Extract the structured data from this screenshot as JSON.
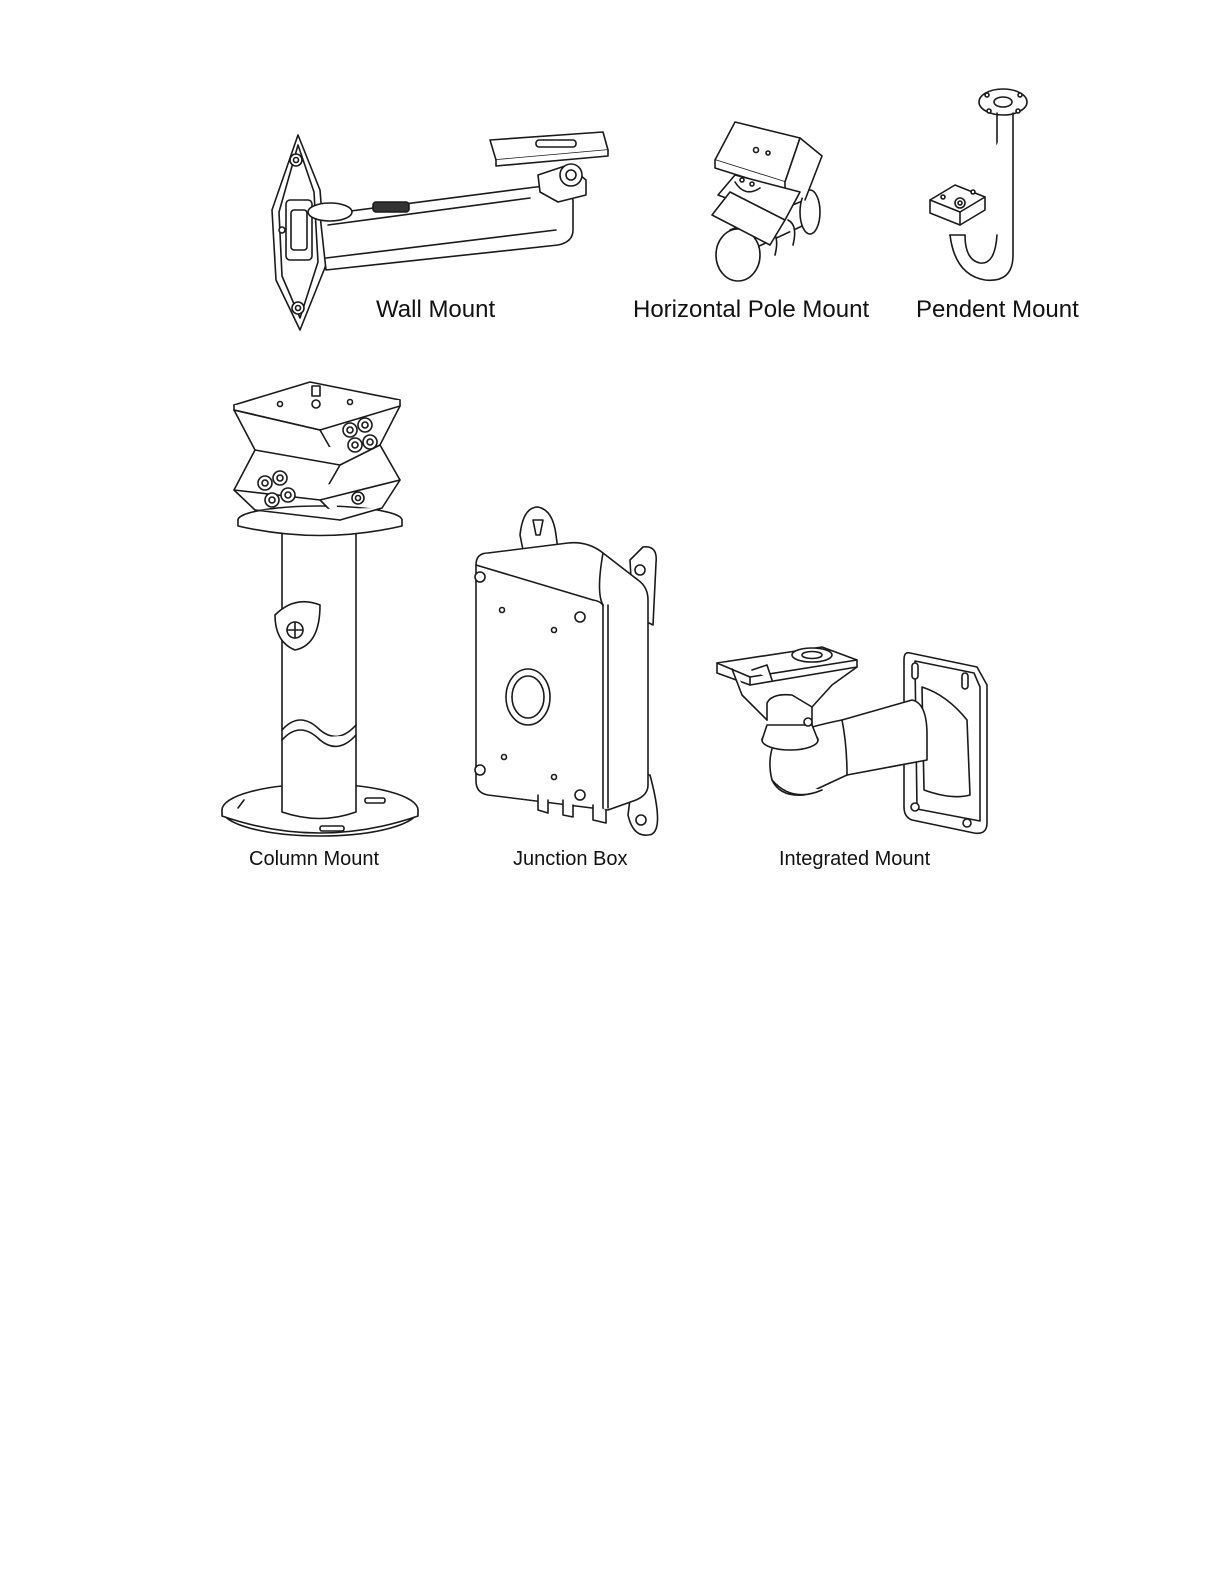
{
  "page": {
    "background": "#ffffff",
    "line_color": "#1a1a1a"
  },
  "mounts": {
    "wall": {
      "label": "Wall Mount",
      "icon": "wall-mount-bracket-icon"
    },
    "horizontal_pole": {
      "label": "Horizontal Pole Mount",
      "icon": "horizontal-pole-mount-icon"
    },
    "pendent": {
      "label": "Pendent Mount",
      "icon": "pendent-mount-icon"
    },
    "column": {
      "label": "Column Mount",
      "icon": "column-mount-icon"
    },
    "junction_box": {
      "label": "Junction Box",
      "icon": "junction-box-icon"
    },
    "integrated": {
      "label": "Integrated Mount",
      "icon": "integrated-mount-icon"
    }
  }
}
